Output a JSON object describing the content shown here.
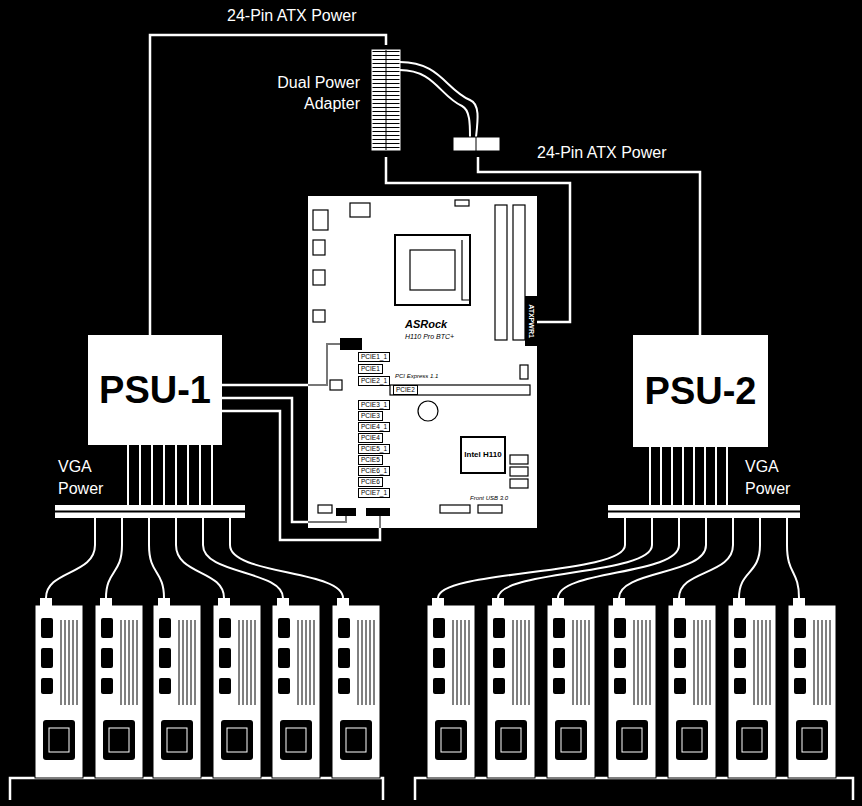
{
  "diagram": {
    "nodes": [
      {
        "text": [
          "Dual Power Adapter"
        ]
      },
      {
        "text": [
          "ASRock",
          "H110 Pro BTC+"
        ]
      },
      {
        "text": [
          "ATXPWR1"
        ],
        "in": 1
      },
      {
        "text": [
          "Intel H110"
        ],
        "in": 1
      },
      {
        "text": [
          "PSU-1"
        ]
      },
      {
        "text": [
          "PSU-2"
        ]
      }
    ],
    "edges": [
      {
        "from": 4,
        "to": 0,
        "arrow": "none",
        "label": "24-Pin ATX Power"
      },
      {
        "from": 5,
        "to": 0,
        "arrow": "none",
        "label": "24-Pin ATX Power"
      },
      {
        "from": 0,
        "to": 2,
        "arrow": "none"
      },
      {
        "from": 4,
        "to": 1,
        "arrow": "none"
      },
      {
        "from": 4,
        "to": 1,
        "arrow": "none"
      },
      {
        "from": 4,
        "to": 1,
        "arrow": "none"
      }
    ],
    "labels": [
      "VGA Power",
      "VGA Power",
      "PCIE1_1",
      "PCIE1",
      "PCIE2_1",
      "PCIE2",
      "PCIE3_1",
      "PCIE3",
      "PCIE4_1",
      "PCIE4",
      "PCIE5_1",
      "PCIE5",
      "PCIE6_1",
      "PCIE6",
      "PCIE7_1",
      "PCI Express 1.1",
      "Front USB 3.0"
    ]
  }
}
